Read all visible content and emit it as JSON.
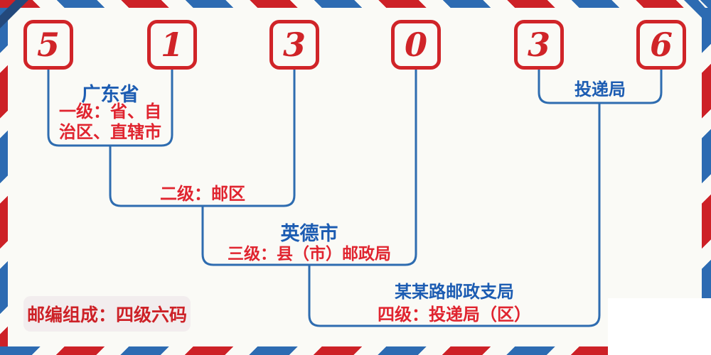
{
  "postal_code": "513036",
  "digits": [
    "5",
    "1",
    "3",
    "0",
    "3",
    "6"
  ],
  "labels": {
    "level1_region": "广东省",
    "level1_desc_line1": "一级：省、自",
    "level1_desc_line2": "治区、直辖市",
    "level2_desc": "二级：邮区",
    "level3_city": "英德市",
    "level3_desc": "三级：县（市）邮政局",
    "level4_branch": "投递局",
    "level4_office": "某某路邮政支局",
    "level4_desc": "四级：投递局（区）",
    "footer_note": "邮编组成：四级六码"
  },
  "colors": {
    "stripe_red": "#cd2127",
    "stripe_blue": "#2d6bb2",
    "corner_navy": "#23497c",
    "digit_red": "#d02428",
    "connector_blue": "#2e6cb0",
    "text_blue": "#1c5cb2",
    "text_red": "#e0242f",
    "pill_background": "#f2edee",
    "page_background": "#fafaf6"
  }
}
